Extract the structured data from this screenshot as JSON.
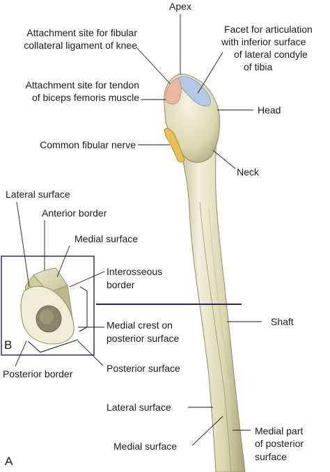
{
  "colors": {
    "bone_light": "#eeecd6",
    "bone_mid": "#d7d2a8",
    "bone_dark": "#a39f73",
    "articular_facet": "#b4c9e4",
    "ligament_site": "#e9b79b",
    "nerve": "#e7c154",
    "plane_line": "#24246b",
    "inset_frame": "#2d2d6e",
    "text": "#1a1a1a"
  },
  "labels": {
    "apex": "Apex",
    "fibular_collateral": [
      "Attachment site for fibular",
      "collateral ligament of knee"
    ],
    "facet": [
      "Facet for articulation",
      "with inferior surface",
      "of lateral condyle",
      "of tibia"
    ],
    "biceps": [
      "Attachment site for tendon",
      "of biceps femoris muscle"
    ],
    "head": "Head",
    "common_fibular_nerve": "Common fibular nerve",
    "neck": "Neck",
    "lateral_surface_inset": "Lateral surface",
    "anterior_border": "Anterior border",
    "medial_surface_inset": "Medial surface",
    "interosseous_border": [
      "Interosseous",
      "border"
    ],
    "medial_crest": [
      "Medial crest on",
      "posterior surface"
    ],
    "posterior_border": "Posterior border",
    "posterior_surface": "Posterior surface",
    "shaft": "Shaft",
    "lateral_surface_shaft": "Lateral surface",
    "medial_surface_shaft": "Medial surface",
    "medial_part_posterior": [
      "Medial part",
      "of posterior",
      "surface"
    ]
  },
  "panel_letters": {
    "a": "A",
    "b": "B"
  }
}
